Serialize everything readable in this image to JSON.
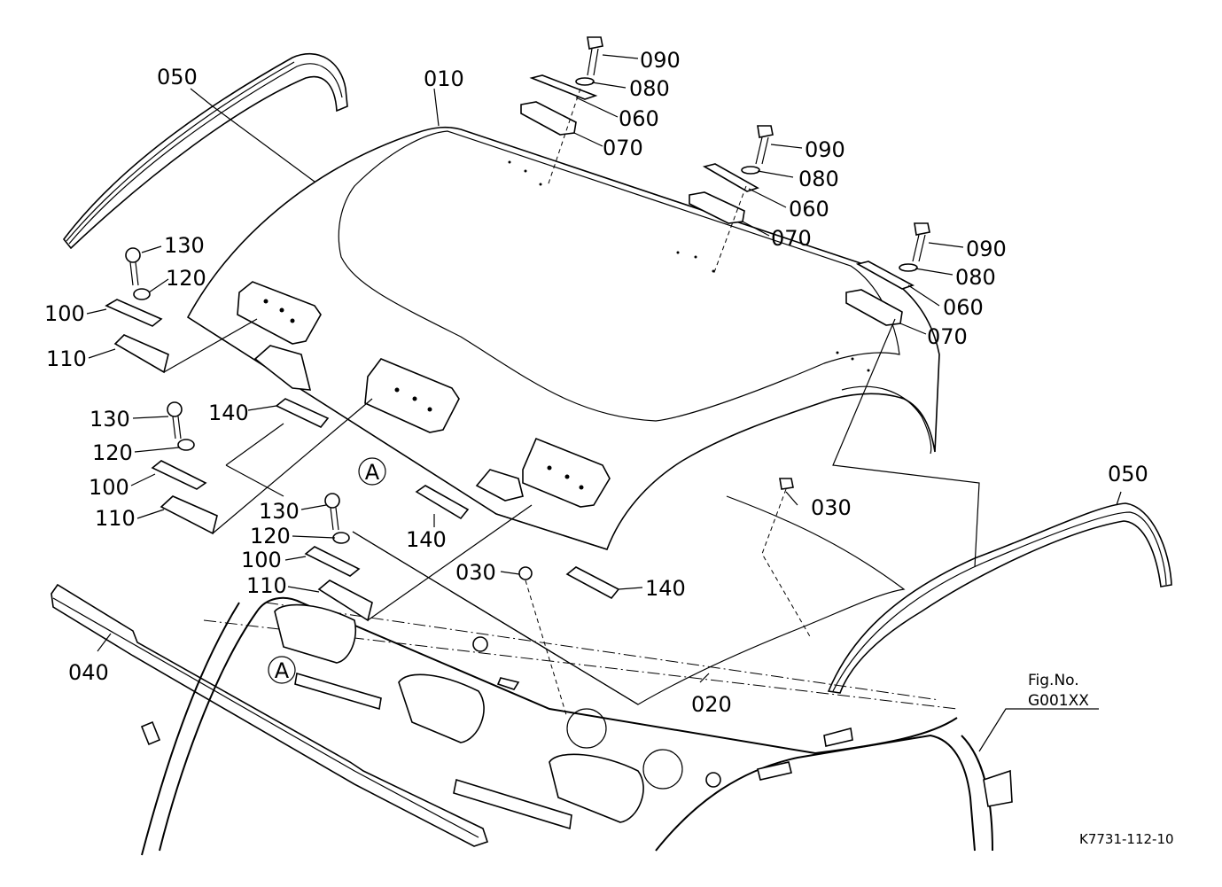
{
  "diagram": {
    "callouts": {
      "c010": "010",
      "c050_left": "050",
      "c050_right": "050",
      "c090_a": "090",
      "c080_a": "080",
      "c060_a": "060",
      "c070_a": "070",
      "c090_b": "090",
      "c080_b": "080",
      "c060_b": "060",
      "c070_b": "070",
      "c090_c": "090",
      "c080_c": "080",
      "c060_c": "060",
      "c070_c": "070",
      "c130_a": "130",
      "c120_a": "120",
      "c100_a": "100",
      "c110_a": "110",
      "c130_b": "130",
      "c120_b": "120",
      "c100_b": "100",
      "c110_b": "110",
      "c130_c": "130",
      "c120_c": "120",
      "c100_c": "100",
      "c110_c": "110",
      "c140_a": "140",
      "c140_b": "140",
      "c140_c": "140",
      "c030_a": "030",
      "c030_b": "030",
      "c040": "040",
      "c020": "020",
      "ref_a_1": "A",
      "ref_a_2": "A"
    },
    "fig_label": "Fig.No.",
    "fig_number": "G001XX",
    "drawing_code": "K7731-112-10"
  }
}
